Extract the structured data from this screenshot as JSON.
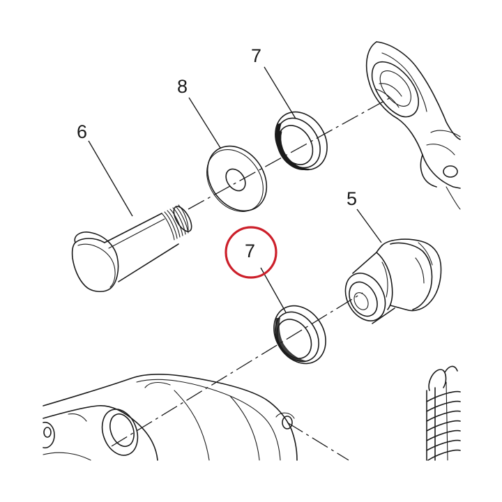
{
  "diagram": {
    "callouts": {
      "seal_top": "7",
      "washer": "8",
      "pin": "6",
      "bushing": "5",
      "seal_bottom": "7"
    },
    "highlight_color": "#cc1f2a",
    "line_color": "#1a1a1a"
  }
}
